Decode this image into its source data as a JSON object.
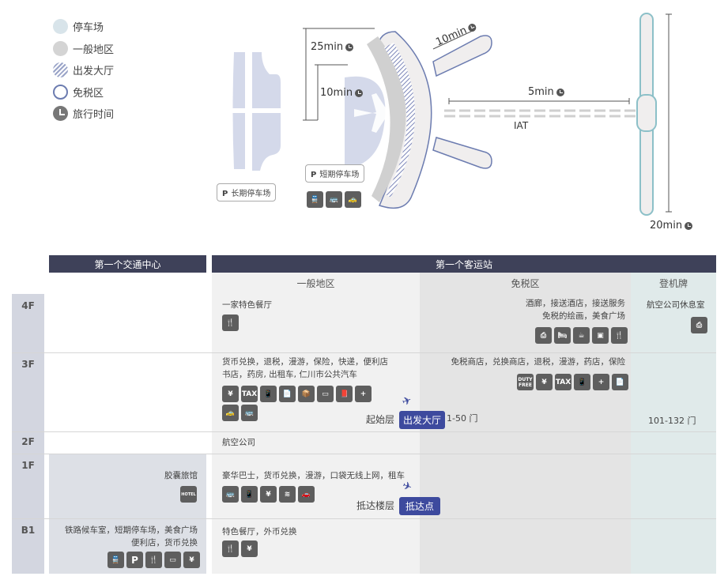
{
  "legend": [
    {
      "label": "停车场",
      "swatch": "parking"
    },
    {
      "label": "一般地区",
      "swatch": "general"
    },
    {
      "label": "出发大厅",
      "swatch": "departure"
    },
    {
      "label": "免税区",
      "swatch": "dutyfree"
    },
    {
      "label": "旅行时间",
      "swatch": "clock"
    }
  ],
  "map": {
    "t25": "25min",
    "t10a": "10min",
    "t10b": "10min",
    "t5": "5min",
    "t20": "20min",
    "iat": "IAT",
    "long_parking": "长期停车场",
    "short_parking": "短期停车场",
    "p": "P"
  },
  "table": {
    "header_left": "第一个交通中心",
    "header_right": "第一个客运站",
    "col_general": "一般地区",
    "col_dutyfree": "免税区",
    "col_gate": "登机牌",
    "floors": [
      "4F",
      "3F",
      "2F",
      "1F",
      "B1"
    ],
    "f4_general": "一家特色餐厅",
    "f4_duty_1": "酒廊，接送酒店，接送服务",
    "f4_duty_2": "免税的绘画，美食广场",
    "f4_gate": "航空公司休息室",
    "f3_general_1": "货币兑换，退税，漫游，保险，快递，便利店",
    "f3_general_2": "书店，药房, 出租车, 仁川市公共汽车",
    "f3_duty": "免税商店，兑换商店，退税，漫游，药店，保险",
    "f3_start": "起始层",
    "f3_badge": "出发大厅",
    "f3_gates": "1-50 门",
    "f3_gate_col": "101-132 门",
    "f2_general": "航空公司",
    "f1_center": "胶囊旅馆",
    "f1_general": "豪华巴士，货币兑换，漫游，口袋无线上网，租车",
    "f1_arrive": "抵达楼层",
    "f1_badge": "抵达点",
    "b1_center_1": "铁路候车室，短期停车场，美食广场",
    "b1_center_2": "便利店，货币兑换",
    "b1_general": "特色餐厅，外币兑换",
    "icon_tax": "TAX",
    "icon_duty": "DUTY FREE",
    "icon_hotel": "HOTEL",
    "icon_p": "P"
  },
  "colors": {
    "header": "#3e4159",
    "badge": "#3d4a9e",
    "floor_col": "#d3d6e0",
    "general": "#f1f1f1",
    "dutyfree": "#e4e4e4",
    "gate": "#e0eaea",
    "parking": "#d8e4ea"
  }
}
